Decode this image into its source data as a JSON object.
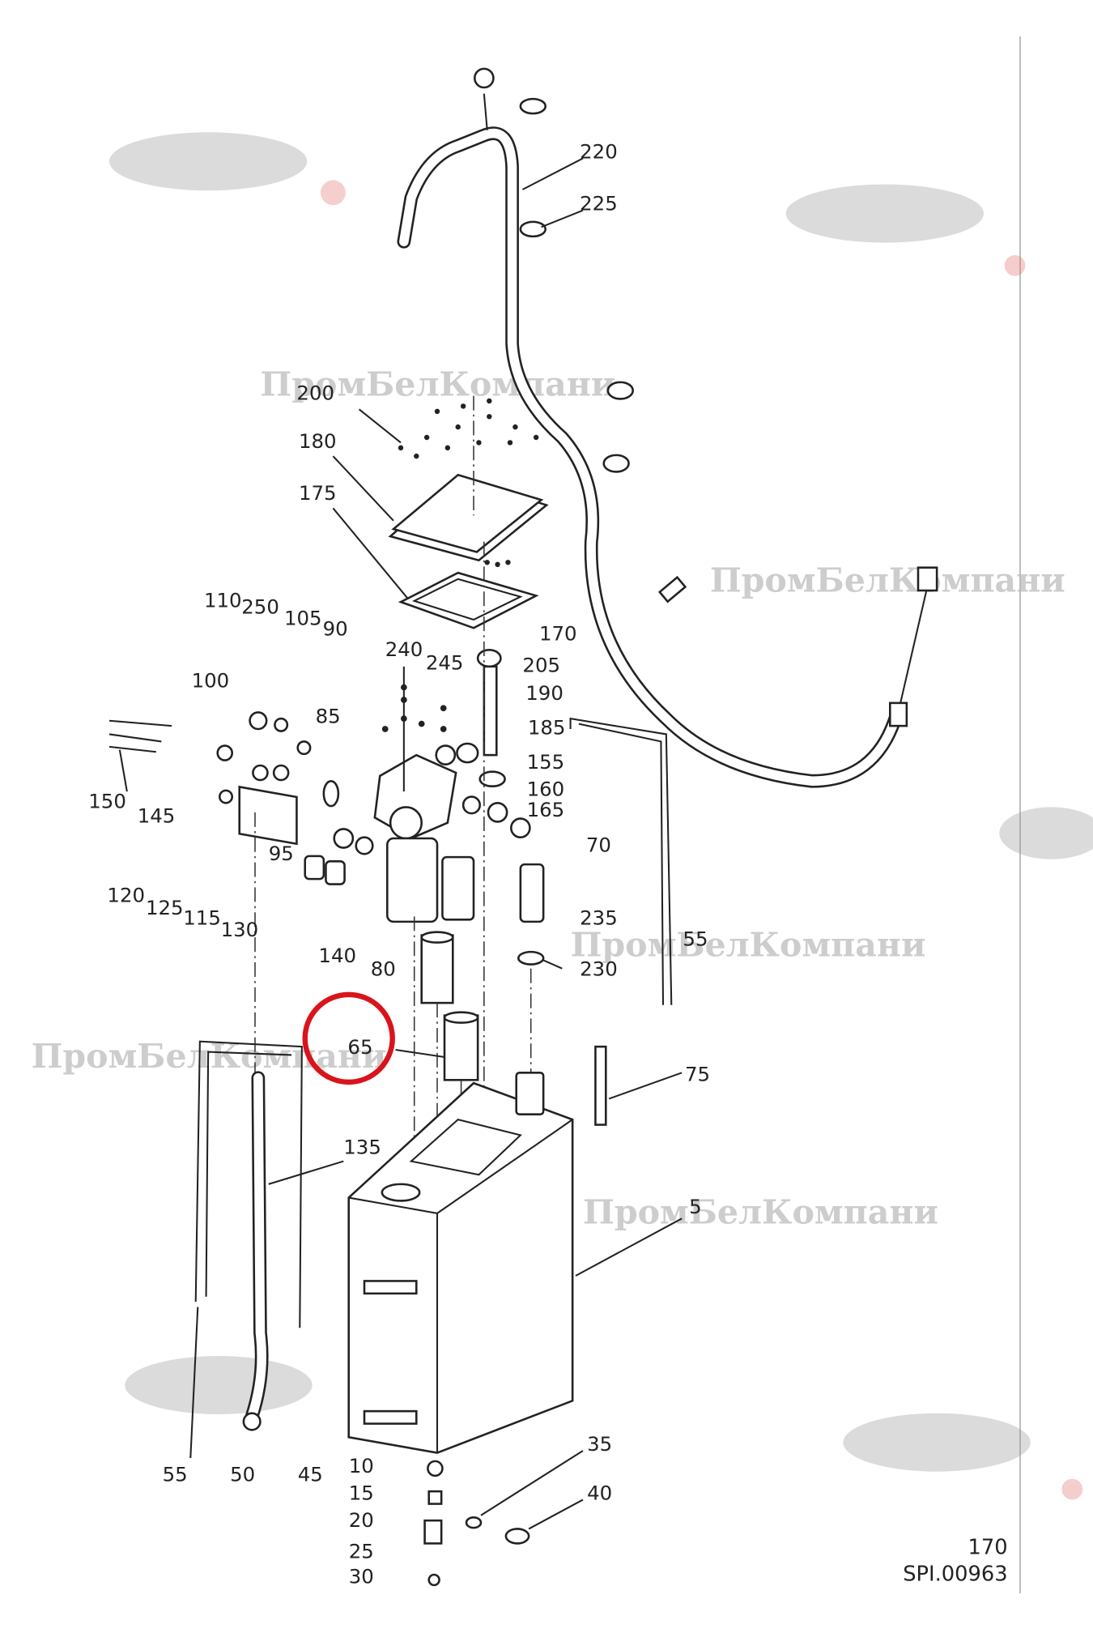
{
  "diagram": {
    "title": "Exploded parts diagram - hydraulic tank assembly",
    "labels": [
      "220",
      "225",
      "200",
      "180",
      "175",
      "110",
      "250",
      "105",
      "90",
      "100",
      "85",
      "240",
      "245",
      "170",
      "205",
      "190",
      "185",
      "155",
      "160",
      "165",
      "150",
      "145",
      "95",
      "120",
      "125",
      "115",
      "130",
      "140",
      "80",
      "70",
      "235",
      "55",
      "230",
      "65",
      "75",
      "135",
      "5",
      "55",
      "50",
      "45",
      "10",
      "15",
      "20",
      "25",
      "30",
      "35",
      "40"
    ],
    "highlighted_part": "65",
    "highlight_color": "#d9141b",
    "footer": {
      "page": "170",
      "code": "SPI.00963"
    },
    "watermark": "ПромБелКомпани"
  }
}
